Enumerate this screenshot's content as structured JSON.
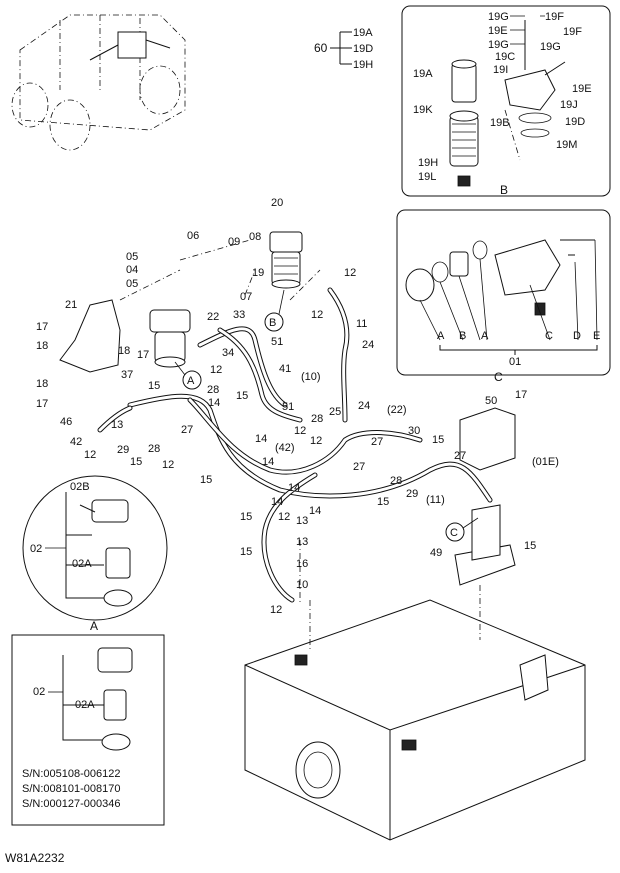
{
  "drawing_code": "W81A2232",
  "kit": {
    "number": "60",
    "items": [
      "19A",
      "19D",
      "19H"
    ]
  },
  "detail_b": {
    "title": "B",
    "labels": [
      "19G",
      "19F",
      "19E",
      "19G",
      "19G",
      "19F",
      "19C",
      "19I",
      "19A",
      "19E",
      "19J",
      "19K",
      "19B",
      "19D",
      "19M",
      "19H",
      "19L"
    ]
  },
  "detail_c": {
    "title": "C",
    "group": "01",
    "letters": [
      "A",
      "B",
      "A",
      "C",
      "D",
      "E"
    ]
  },
  "detail_a": {
    "title": "A",
    "labels": [
      "02B",
      "02",
      "02A"
    ]
  },
  "alt_box": {
    "labels": [
      "02",
      "02A"
    ],
    "serials": [
      "S/N:005108-006122",
      "S/N:008101-008170",
      "S/N:000127-000346"
    ]
  },
  "callouts": {
    "a": "A",
    "b": "B",
    "c": "C"
  },
  "part_labels": [
    "20",
    "08",
    "09",
    "06",
    "05",
    "04",
    "05",
    "07",
    "19",
    "12",
    "12",
    "21",
    "17",
    "18",
    "18",
    "17",
    "22",
    "33",
    "34",
    "51",
    "12",
    "41",
    "11",
    "24",
    "(10)",
    "37",
    "15",
    "18",
    "28",
    "14",
    "17",
    "46",
    "13",
    "15",
    "42",
    "12",
    "29",
    "28",
    "15",
    "12",
    "27",
    "15",
    "51",
    "14",
    "28",
    "25",
    "24",
    "12",
    "(22)",
    "50",
    "17",
    "30",
    "15",
    "(42)",
    "12",
    "14",
    "27",
    "27",
    "29",
    "14",
    "15",
    "(11)",
    "28",
    "(01E)",
    "15",
    "14",
    "12",
    "13",
    "15",
    "13",
    "16",
    "10",
    "12",
    "49",
    "15",
    "27",
    "14"
  ]
}
